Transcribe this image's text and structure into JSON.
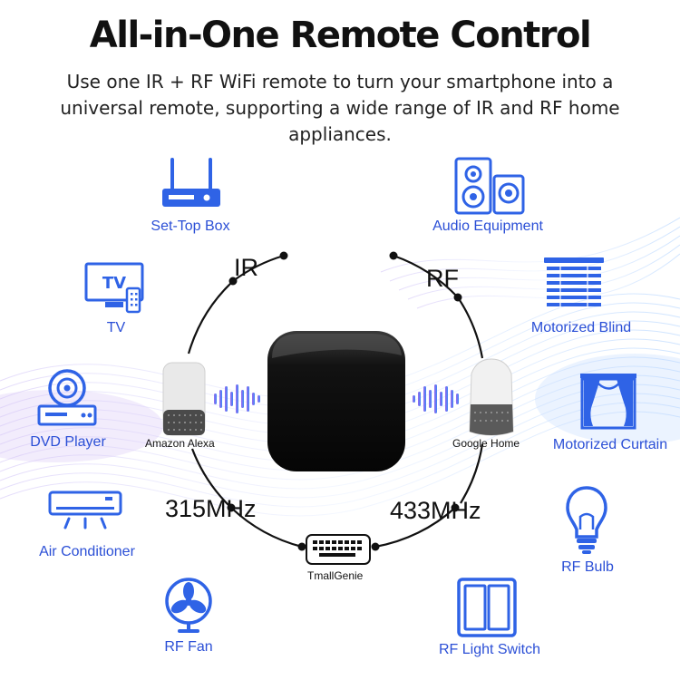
{
  "header": {
    "title": "All-in-One Remote Control",
    "subtitle": "Use one IR + RF WiFi remote to turn your smartphone into a universal remote, supporting a wide range of IR and RF home appliances."
  },
  "colors": {
    "accent": "#2b4fd6",
    "icon_blue": "#2f63e6",
    "hub": "#111111",
    "wave_purple": "#8f6fe8",
    "wave_blue": "#5aa6ff"
  },
  "ir_devices": [
    {
      "label": "Set-Top Box",
      "icon": "set-top-box-icon"
    },
    {
      "label": "TV",
      "icon": "tv-icon"
    },
    {
      "label": "DVD Player",
      "icon": "dvd-player-icon"
    },
    {
      "label": "Air Conditioner",
      "icon": "air-conditioner-icon"
    },
    {
      "label": "RF Fan",
      "icon": "fan-icon"
    }
  ],
  "rf_devices": [
    {
      "label": "Audio Equipment",
      "icon": "speaker-icon"
    },
    {
      "label": "Motorized Blind",
      "icon": "blind-icon"
    },
    {
      "label": "Motorized Curtain",
      "icon": "curtain-icon"
    },
    {
      "label": "RF Bulb",
      "icon": "bulb-icon"
    },
    {
      "label": "RF Light Switch",
      "icon": "light-switch-icon"
    }
  ],
  "ring": {
    "ir": "IR",
    "rf": "RF",
    "freq_left": "315MHz",
    "freq_right": "433MHz"
  },
  "assistants": {
    "left": "Amazon Alexa",
    "right": "Google Home",
    "bottom": "TmallGenie"
  }
}
